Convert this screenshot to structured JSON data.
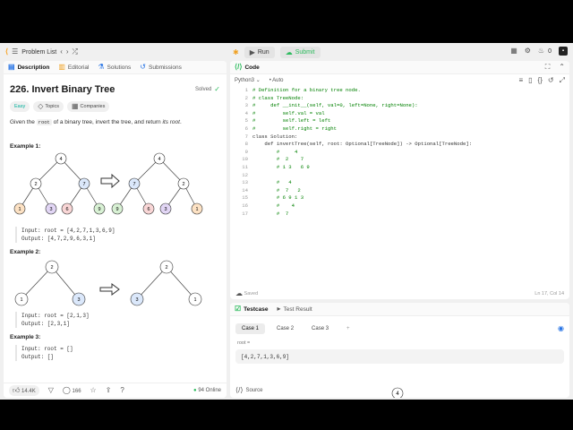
{
  "topbar": {
    "problem_list": "Problem List",
    "run": "Run",
    "submit": "Submit",
    "streak": "0"
  },
  "left": {
    "tabs": [
      "Description",
      "Editorial",
      "Solutions",
      "Submissions"
    ],
    "title": "226. Invert Binary Tree",
    "solved": "Solved",
    "chips": [
      "Easy",
      "Topics",
      "Companies"
    ],
    "desc_pre": "Given the",
    "desc_code": "root",
    "desc_mid": "of a binary tree, invert the tree, and return",
    "desc_em": "its root",
    "desc_end": ".",
    "examples": [
      {
        "title": "Example 1:",
        "input": "Input: root = [4,2,7,1,3,6,9]",
        "output": "Output: [4,7,2,9,6,3,1]"
      },
      {
        "title": "Example 2:",
        "input": "Input: root = [2,1,3]",
        "output": "Output: [2,3,1]"
      },
      {
        "title": "Example 3:",
        "input": "Input: root = []",
        "output": "Output: []"
      }
    ],
    "tree1_in": [
      "4",
      "2",
      "7",
      "1",
      "3",
      "6",
      "9"
    ],
    "tree1_out": [
      "4",
      "7",
      "2",
      "9",
      "6",
      "3",
      "1"
    ],
    "tree2_in": [
      "2",
      "1",
      "3"
    ],
    "tree2_out": [
      "2",
      "3",
      "1"
    ],
    "colors": {
      "white": "#ffffff",
      "blue": "#dbe8fb",
      "purple": "#e2d6f5",
      "red": "#f9d6d6",
      "green": "#d8f1d4",
      "orange": "#fde2c4"
    },
    "likes": "14.4K",
    "comments": "166",
    "online": "94 Online"
  },
  "code": {
    "tab": "Code",
    "language": "Python3",
    "mode": "Auto",
    "lines": [
      "# Definition for a binary tree node.",
      "# class TreeNode:",
      "#     def __init__(self, val=0, left=None, right=None):",
      "#         self.val = val",
      "#         self.left = left",
      "#         self.right = right",
      "class Solution:",
      "    def invertTree(self, root: Optional[TreeNode]) -> Optional[TreeNode]:",
      "        #     4",
      "        #  2    7",
      "        # 1 3   6 9",
      "",
      "        #   4",
      "        #  7   2",
      "        # 6 9 1 3",
      "        #    4",
      "        #  7 "
    ],
    "saved": "Saved",
    "cursor": "Ln 17, Col 14"
  },
  "test": {
    "tabs": [
      "Testcase",
      "Test Result"
    ],
    "cases": [
      "Case 1",
      "Case 2",
      "Case 3"
    ],
    "add": "+",
    "label": "root =",
    "value": "[4,2,7,1,3,6,9]",
    "source": "Source",
    "node": "4"
  }
}
